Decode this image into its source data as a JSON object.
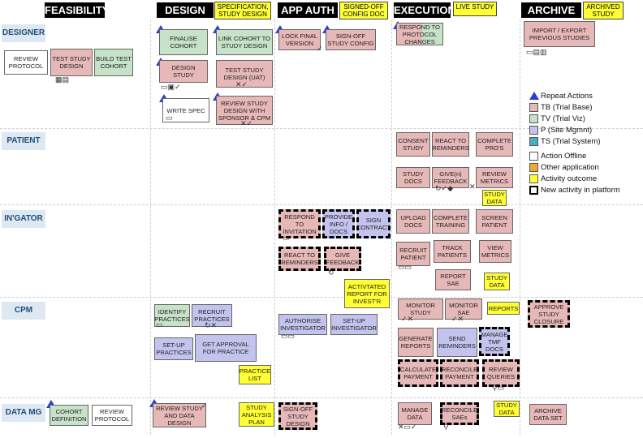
{
  "phases": [
    "FEASIBILITY",
    "DESIGN",
    "APP AUTH",
    "EXECUTION",
    "ARCHIVE"
  ],
  "phase_outcomes": [
    "SPECIFICATION, STUDY DESIGN",
    "SIGNED-OFF CONFIG DOC",
    "LIVE STUDY",
    "ARCHIVED STUDY"
  ],
  "roles": [
    "DESIGNER",
    "PATIENT",
    "IN'GATOR",
    "CPM",
    "DATA MG"
  ],
  "designer": {
    "review_protocol": "REVIEW PROTOCOL",
    "test_study_design": "TEST STUDY DESIGN",
    "build_test_cohort": "BUILD TEST COHORT",
    "finalise_cohort": "FINALISE COHORT",
    "link_cohort": "LINK COHORT TO STUDY DESIGN",
    "design_study": "DESIGN STUDY",
    "test_study_uat": "TEST STUDY DESIGN (UAT)",
    "write_spec": "WRITE SPEC",
    "review_sponsor": "REVIEW STUDY DESIGN WITH SPONSOR & CPM",
    "lock_final": "LOCK FINAL VERSION",
    "sign_off_config": "SIGN-OFF STUDY CONFIG",
    "respond_protocol": "RESPOND TO PROTOCOL CHANGES",
    "import_export": "IMPORT / EXPORT PREVIOUS STUDIES"
  },
  "patient": {
    "consent_study": "CONSENT STUDY",
    "react_reminders": "REACT TO REMINDERS",
    "complete_pros": "COMPLETE PRO'S",
    "study_docs": "STUDY DOCS",
    "give_feedback": "GIVE(n) FEEDBACK",
    "review_metrics": "REVIEW METRICS",
    "study_data": "STUDY DATA"
  },
  "ingator": {
    "respond_invitation": "RESPOND TO INVITATION",
    "provide_info": "PROVIDE INFO / DOCS",
    "sign_contract": "SIGN CONTRACT",
    "react_reminders": "REACT TO REMINDERS",
    "give_feedback": "GIVE FEEDBACK",
    "activated_report": "ACTIVTATED REPORT FOR INVEST'R",
    "upload_docs": "UPLOAD DOCS",
    "complete_training": "COMPLETE TRAINING",
    "screen_patient": "SCREEN PATIENT",
    "recruit_patient": "RECRUIT PATIENT",
    "track_patients": "TRACK PATIENTS",
    "view_metrics": "VIEW METRICS",
    "report_sae": "REPORT SAE",
    "study_data": "STUDY DATA"
  },
  "cpm": {
    "identify_practices": "IDENTIFY PRACTICES",
    "recruit_practices": "RECRUIT PRACTICES",
    "set_up_practices": "SET-UP PRACTICES",
    "get_approval": "GET APPROVAL FOR PRACTICE",
    "practice_list": "PRACTICE LIST",
    "authorise_investigator": "AUTHORISE INVESTIGATOR",
    "set_up_investigator": "SET-UP INVESTIGATOR",
    "monitor_study": "MONITOR STUDY",
    "monitor_sae": "MONITOR SAE",
    "reports": "REPORTS",
    "approve_closure": "APPROVE STUDY CLOSURE",
    "generate_reports": "GENERATE REPORTS",
    "send_reminders": "SEND REMINDERS",
    "manage_tmf": "MANAGE TMF DOCS",
    "calculate_payment": "CALCULATE PAYMENT",
    "reconcile_payment": "RECONCILE PAYMENT",
    "review_queries": "REVIEW QUERIES"
  },
  "datamg": {
    "cohort_definition": "COHORT DEFINITION",
    "review_protocol": "REVIEW PROTOCOL",
    "review_study": "REVIEW STUDY AND DATA DESIGN",
    "study_analysis_plan": "STUDY ANALYSIS PLAN",
    "sign_off_design": "SIGN-OFF STUDY DESIGN",
    "manage_data": "MANAGE DATA",
    "reconcile_saes": "RECONCILE SAEs",
    "study_data": "STUDY DATA",
    "archive_data_set": "ARCHIVE DATA SET"
  },
  "legend": {
    "repeat": "Repeat Actions",
    "tb": "TB (Trial Base)",
    "tv": "TV (Trial Viz)",
    "p": "P (Site Mgmnt)",
    "ts": "TS (Trial System)",
    "offline": "Action Offline",
    "other_app": "Other application",
    "outcome": "Activity outcome",
    "new_activity": "New activity in platform"
  },
  "colors": {
    "tb": "#e6b8b7",
    "tv": "#c6e2c8",
    "p": "#c3c3ee",
    "ts": "#4bacc6",
    "other": "#f0a830",
    "outcome": "#ffff33",
    "role_bg": "#dde8f3",
    "triangle": "#2a3fd4"
  }
}
